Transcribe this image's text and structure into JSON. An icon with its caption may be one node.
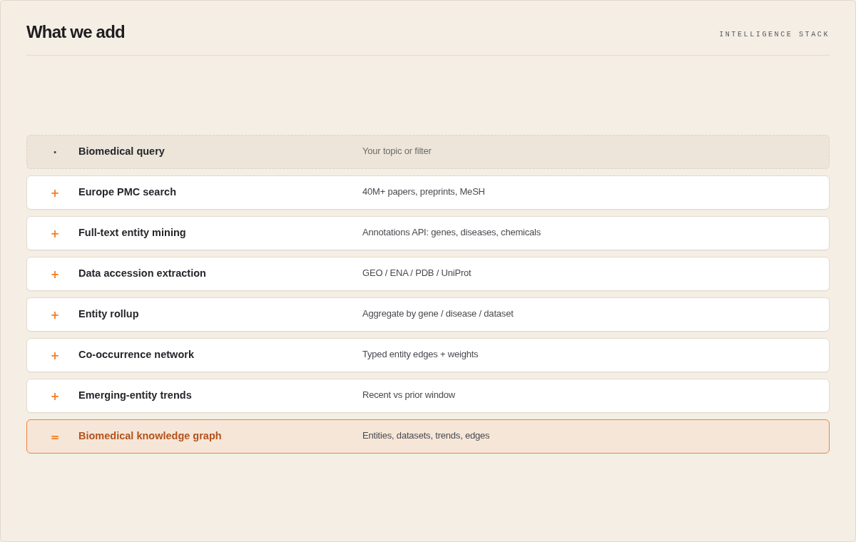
{
  "diagram": {
    "title": "What we **add**",
    "nodes": [
      {
        "text": [
          "·",
          "Biomedical query",
          "Your topic or filter"
        ]
      },
      {
        "text": [
          "+",
          "Europe PMC search",
          "40M+ papers, preprints, MeSH"
        ]
      },
      {
        "text": [
          "+",
          "Full-text entity mining",
          "Annotations API: genes, diseases, chemicals"
        ]
      },
      {
        "text": [
          "+",
          "Data accession extraction",
          "GEO / ENA / PDB / UniProt"
        ]
      },
      {
        "text": [
          "+",
          "Entity rollup",
          "Aggregate by gene / disease / dataset"
        ]
      },
      {
        "text": [
          "+",
          "Co-occurrence network",
          "Typed entity edges + weights"
        ]
      },
      {
        "text": [
          "+",
          "Emerging-entity trends",
          "Recent vs prior window"
        ]
      },
      {
        "text": [
          "=",
          "Biomedical knowledge graph",
          "Entities, datasets, trends, edges"
        ]
      }
    ],
    "labels": [
      "INTELLIGENCE STACK"
    ]
  }
}
